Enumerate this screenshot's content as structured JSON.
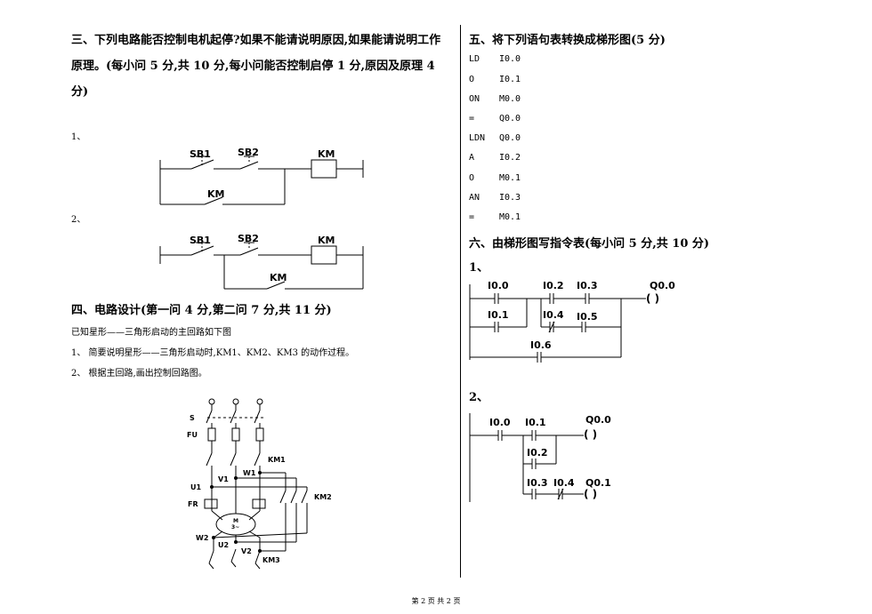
{
  "left": {
    "q3": {
      "line1": "三、下列电路能否控制电机起停?如果不能请说明原因,如果能请说明工作",
      "line2": "原理。(每小问 5 分,共 10 分,每小问能否控制启停 1 分,原因及原理 4",
      "line3": "分)",
      "item1": "1、",
      "item2": "2、",
      "circuit": {
        "sb1": "SB1",
        "sb2": "SB2",
        "km": "KM",
        "km_contact": "KM"
      }
    },
    "q4": {
      "title": "四、电路设计(第一问 4 分,第二问 7 分,共 11 分)",
      "intro": "已知星形——三角形启动的主回路如下图",
      "q1": "1、 简要说明星形——三角形启动时,KM1、KM2、KM3 的动作过程。",
      "q2": "2、 根据主回路,画出控制回路图。",
      "labels": {
        "s": "S",
        "fu": "FU",
        "km1": "KM1",
        "w1": "W1",
        "v1": "V1",
        "u1": "U1",
        "km2": "KM2",
        "fr": "FR",
        "motor": "M",
        "motor_sub": "3~",
        "w2": "W2",
        "u2": "U2",
        "v2": "V2",
        "km3": "KM3"
      }
    }
  },
  "right": {
    "q5": {
      "title": "五、将下列语句表转换成梯形图(5 分)",
      "statements": [
        {
          "op": "LD",
          "arg": "I0.0"
        },
        {
          "op": "O",
          "arg": "I0.1"
        },
        {
          "op": "ON",
          "arg": "M0.0"
        },
        {
          "op": "=",
          "arg": "Q0.0"
        },
        {
          "op": "LDN",
          "arg": "Q0.0"
        },
        {
          "op": "A",
          "arg": "I0.2"
        },
        {
          "op": "O",
          "arg": "M0.1"
        },
        {
          "op": "AN",
          "arg": "I0.3"
        },
        {
          "op": "=",
          "arg": "M0.1"
        }
      ]
    },
    "q6": {
      "title": "六、由梯形图写指令表(每小问 5 分,共 10 分)",
      "item1": "1、",
      "item2": "2、",
      "ladder1": {
        "i00": "I0.0",
        "i02": "I0.2",
        "i03": "I0.3",
        "q00": "Q0.0",
        "i01": "I0.1",
        "i04": "I0.4",
        "i05": "I0.5",
        "i06": "I0.6",
        "coil": "( )"
      },
      "ladder2": {
        "i00": "I0.0",
        "i01": "I0.1",
        "q00": "Q0.0",
        "i02": "I0.2",
        "i03": "I0.3",
        "i04": "I0.4",
        "q01": "Q0.1",
        "coil1": "( )",
        "coil2": "( )"
      }
    }
  },
  "footer": "第 2 页 共 2 页"
}
